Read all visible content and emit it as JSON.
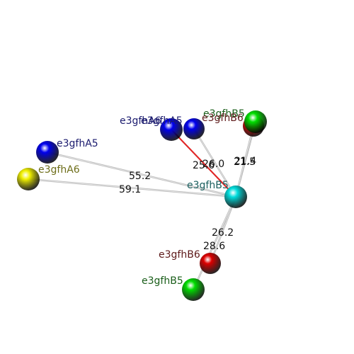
{
  "atoms": [
    {
      "id": "a1",
      "label": "e3gfhA5",
      "color": "#0000ee",
      "label_color": "#1a1a6e"
    },
    {
      "id": "a2",
      "label": "e3gfhA6",
      "color": "#f0f000",
      "label_color": "#6e6e1a"
    },
    {
      "id": "a3",
      "label": "e3gfhA6",
      "color": "#0000ee",
      "label_color": "#1a1a6e"
    },
    {
      "id": "a4",
      "label": "e3gfhA5",
      "color": "#0000ee",
      "label_color": "#1a1a6e"
    },
    {
      "id": "a5",
      "label": "e3gfhB5",
      "color": "#00dd00",
      "label_color": "#1a5e1a"
    },
    {
      "id": "a6",
      "label": "e3gfhB6",
      "color": "#dd0000",
      "label_color": "#5e1a1a"
    },
    {
      "id": "a7",
      "label": "e3gfhB5",
      "color": "#00dddd",
      "label_color": "#1a5e5e"
    },
    {
      "id": "a8",
      "label": "e3gfhB6",
      "color": "#dd0000",
      "label_color": "#5e1a1a"
    },
    {
      "id": "a9",
      "label": "e3gfhB5",
      "color": "#00dd00",
      "label_color": "#1a5e1a"
    }
  ],
  "distances": [
    {
      "from": "a7",
      "to": "a1",
      "value": "55.2"
    },
    {
      "from": "a7",
      "to": "a2",
      "value": "59.1"
    },
    {
      "from": "a7",
      "to": "a3",
      "value": "25.6"
    },
    {
      "from": "a7",
      "to": "a4",
      "value": "26.0"
    },
    {
      "from": "a7",
      "to": "a5",
      "value": "21.5"
    },
    {
      "from": "a7",
      "to": "a6",
      "value": "21.4"
    },
    {
      "from": "a7",
      "to": "a8",
      "value": "26.2"
    },
    {
      "from": "a7",
      "to": "a9",
      "value": "28.6"
    }
  ]
}
